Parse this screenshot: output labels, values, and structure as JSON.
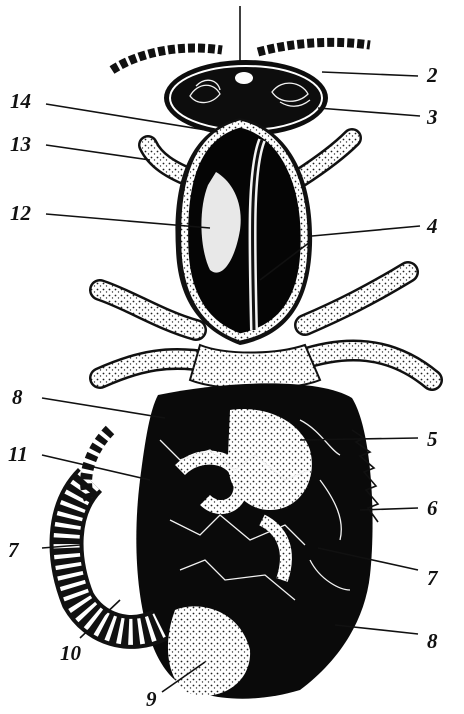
{
  "figure": {
    "labels": [
      {
        "id": "label-1",
        "text": ""
      },
      {
        "id": "label-2",
        "text": "2"
      },
      {
        "id": "label-3",
        "text": "3"
      },
      {
        "id": "label-4",
        "text": "4"
      },
      {
        "id": "label-5",
        "text": "5"
      },
      {
        "id": "label-6",
        "text": "6"
      },
      {
        "id": "label-7-right",
        "text": "7"
      },
      {
        "id": "label-8-right",
        "text": "8"
      },
      {
        "id": "label-9",
        "text": "9"
      },
      {
        "id": "label-10",
        "text": "10"
      },
      {
        "id": "label-7-left",
        "text": "7"
      },
      {
        "id": "label-11",
        "text": "11"
      },
      {
        "id": "label-8-left",
        "text": "8"
      },
      {
        "id": "label-12",
        "text": "12"
      },
      {
        "id": "label-13",
        "text": "13"
      },
      {
        "id": "label-14",
        "text": "14"
      }
    ]
  }
}
